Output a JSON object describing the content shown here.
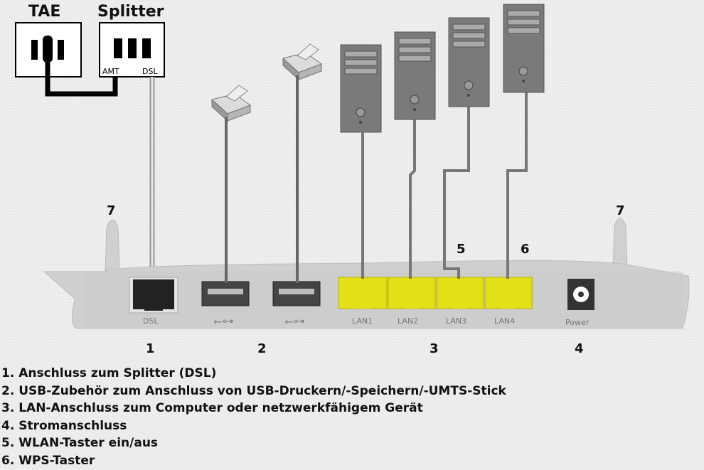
{
  "labels": {
    "tae": "TAE",
    "splitter": "Splitter",
    "amt": "AMT",
    "dsl": "DSL"
  },
  "ports": {
    "dsl": "DSL",
    "lan1": "LAN1",
    "lan2": "LAN2",
    "lan3": "LAN3",
    "lan4": "LAN4",
    "power": "Power"
  },
  "numbers": {
    "n1": "1",
    "n2": "2",
    "n3": "3",
    "n4": "4",
    "n5": "5",
    "n6": "6",
    "n7": "7"
  },
  "legend": [
    "1. Anschluss zum Splitter (DSL)",
    "2. USB-Zubehör zum Anschluss von USB-Druckern/-Speichern/-UMTS-Stick",
    "3. LAN-Anschluss zum Computer oder netzwerkfähigem Gerät",
    "4. Stromanschluss",
    "5. WLAN-Taster ein/aus",
    "6. WPS-Taster"
  ],
  "colors": {
    "lan_port": "#e3e018",
    "router_body": "#c9c9c9",
    "tower": "#7a7a7a",
    "cable": "#666666"
  }
}
